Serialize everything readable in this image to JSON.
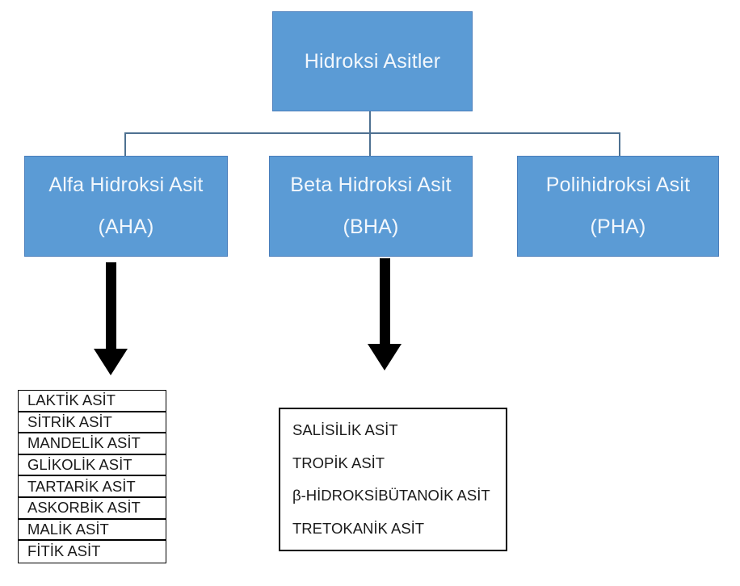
{
  "colors": {
    "background": "#ffffff",
    "node_fill": "#5b9bd5",
    "node_border": "#4a7ebb",
    "node_text": "#f2f7fc",
    "connector": "#4e7191",
    "arrow": "#000000",
    "list_border": "#000000"
  },
  "root_node": {
    "label": "Hidroksi Asitler"
  },
  "category_nodes": [
    {
      "name": "Alfa Hidroksi Asit",
      "abbr": "(AHA)"
    },
    {
      "name": "Beta Hidroksi Asit",
      "abbr": "(BHA)"
    },
    {
      "name": "Polihidroksi Asit",
      "abbr": "(PHA)"
    }
  ],
  "aha_list": [
    "LAKTİK ASİT",
    "SİTRİK ASİT",
    "MANDELİK ASİT",
    "GLİKOLİK ASİT",
    "TARTARİK ASİT",
    "ASKORBİK ASİT",
    "MALİK ASİT",
    "FİTİK ASİT"
  ],
  "bha_list": [
    "SALİSİLİK ASİT",
    "TROPİK ASİT",
    "β-HİDROKSİBÜTANOİK ASİT",
    "TRETOKANİK ASİT"
  ]
}
